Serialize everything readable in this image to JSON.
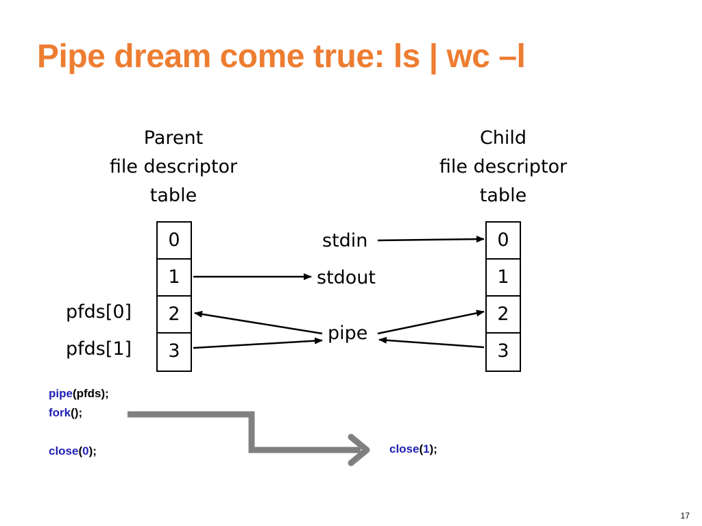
{
  "slide": {
    "title": "Pipe dream come true: ls | wc –l",
    "page_number": "17"
  },
  "parent": {
    "heading_line1": "Parent",
    "heading_line2": "file descriptor",
    "heading_line3": "table",
    "cells": [
      "0",
      "1",
      "2",
      "3"
    ],
    "side_labels": [
      "pfds[0]",
      "pfds[1]"
    ]
  },
  "child": {
    "heading_line1": "Child",
    "heading_line2": "file descriptor",
    "heading_line3": "table",
    "cells": [
      "0",
      "1",
      "2",
      "3"
    ]
  },
  "resources": {
    "stdin": "stdin",
    "stdout": "stdout",
    "pipe": "pipe"
  },
  "code": {
    "parent": {
      "pipe_fn": "pipe",
      "pipe_arg": "(pfds);",
      "fork_fn": "fork",
      "fork_arg": "();",
      "close_fn": "close",
      "close_open": "(",
      "close_num": "0",
      "close_end": ");"
    },
    "child": {
      "close_fn": "close",
      "close_open": "(",
      "close_num": "1",
      "close_end": ");"
    }
  },
  "colors": {
    "title": "#ED7D31",
    "code_keyword": "#1F1FB4",
    "flow_arrow": "#808080"
  }
}
